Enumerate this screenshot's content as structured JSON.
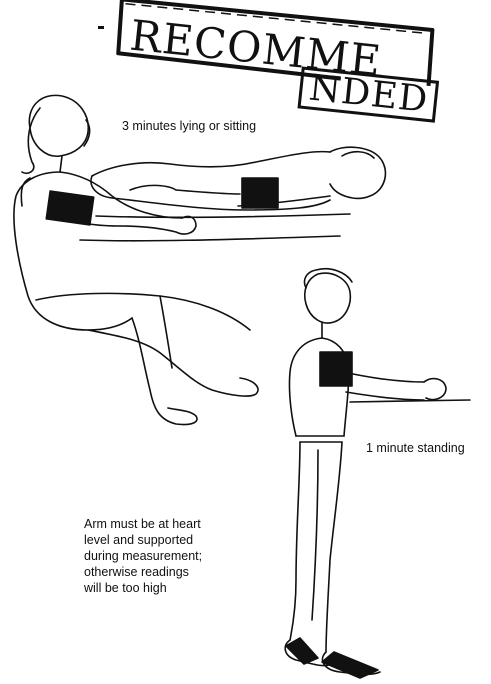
{
  "stamp": {
    "text_main": "RECOMME",
    "text_tail": "NDED",
    "full_text": "RECOMMENDED"
  },
  "captions": {
    "lying": "3 minutes lying or sitting",
    "standing": "1 minute standing",
    "note_lines": [
      "Arm must be at heart",
      "level and supported",
      "during measurement;",
      "otherwise readings",
      "will be too high"
    ]
  },
  "illustrations": {
    "seated": "seated-woman-with-cuff",
    "lying": "lying-person-with-cuff",
    "standing": "standing-man-with-cuff"
  },
  "colors": {
    "ink": "#111111",
    "paper": "#ffffff"
  }
}
